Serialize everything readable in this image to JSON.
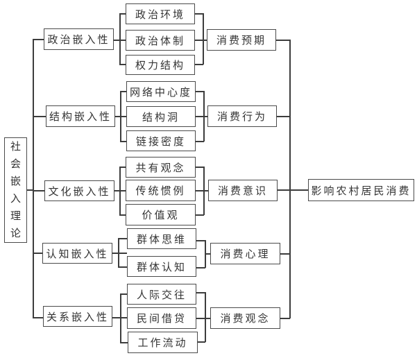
{
  "root": {
    "label": "社会嵌入理论"
  },
  "outcome": {
    "label": "影响农村居民消费"
  },
  "groups": [
    {
      "dimension": "政治嵌入性",
      "factors": [
        "政治环境",
        "政治体制",
        "权力结构"
      ],
      "consumption": "消费预期"
    },
    {
      "dimension": "结构嵌入性",
      "factors": [
        "网络中心度",
        "结构洞",
        "链接密度"
      ],
      "consumption": "消费行为"
    },
    {
      "dimension": "文化嵌入性",
      "factors": [
        "共有观念",
        "传统惯例",
        "价值观"
      ],
      "consumption": "消费意识"
    },
    {
      "dimension": "认知嵌入性",
      "factors": [
        "群体思维",
        "群体认知"
      ],
      "consumption": "消费心理"
    },
    {
      "dimension": "关系嵌入性",
      "factors": [
        "人际交往",
        "民间借贷",
        "工作流动"
      ],
      "consumption": "消费观念"
    }
  ]
}
